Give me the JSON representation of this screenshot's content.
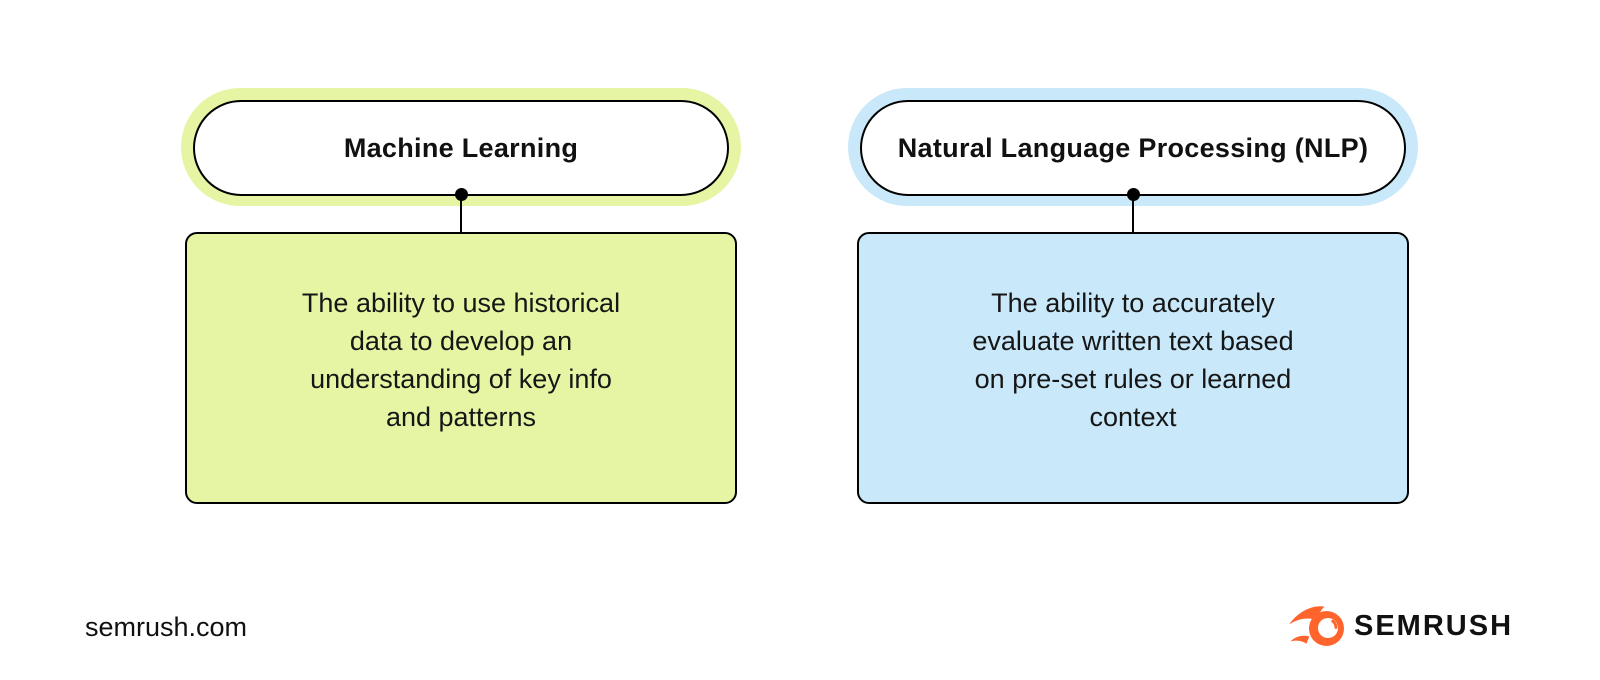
{
  "page": {
    "background_color": "#FFFFFF"
  },
  "diagram": {
    "nodes": [
      {
        "id": "machine-learning",
        "title": "Machine Learning",
        "accent_color": "#E5F5A3",
        "description": "The ability to use historical\ndata to develop an\nunderstanding of key info\nand patterns"
      },
      {
        "id": "natural-language-processing",
        "title": "Natural Language Processing (NLP)",
        "accent_color": "#C9E8F9",
        "description": "The ability to accurately\nevaluate written text based\non pre-set rules or learned\ncontext"
      }
    ]
  },
  "footer": {
    "site_label": "semrush.com",
    "brand_wordmark": "SEMRUSH",
    "brand_color": "#FF642D"
  }
}
